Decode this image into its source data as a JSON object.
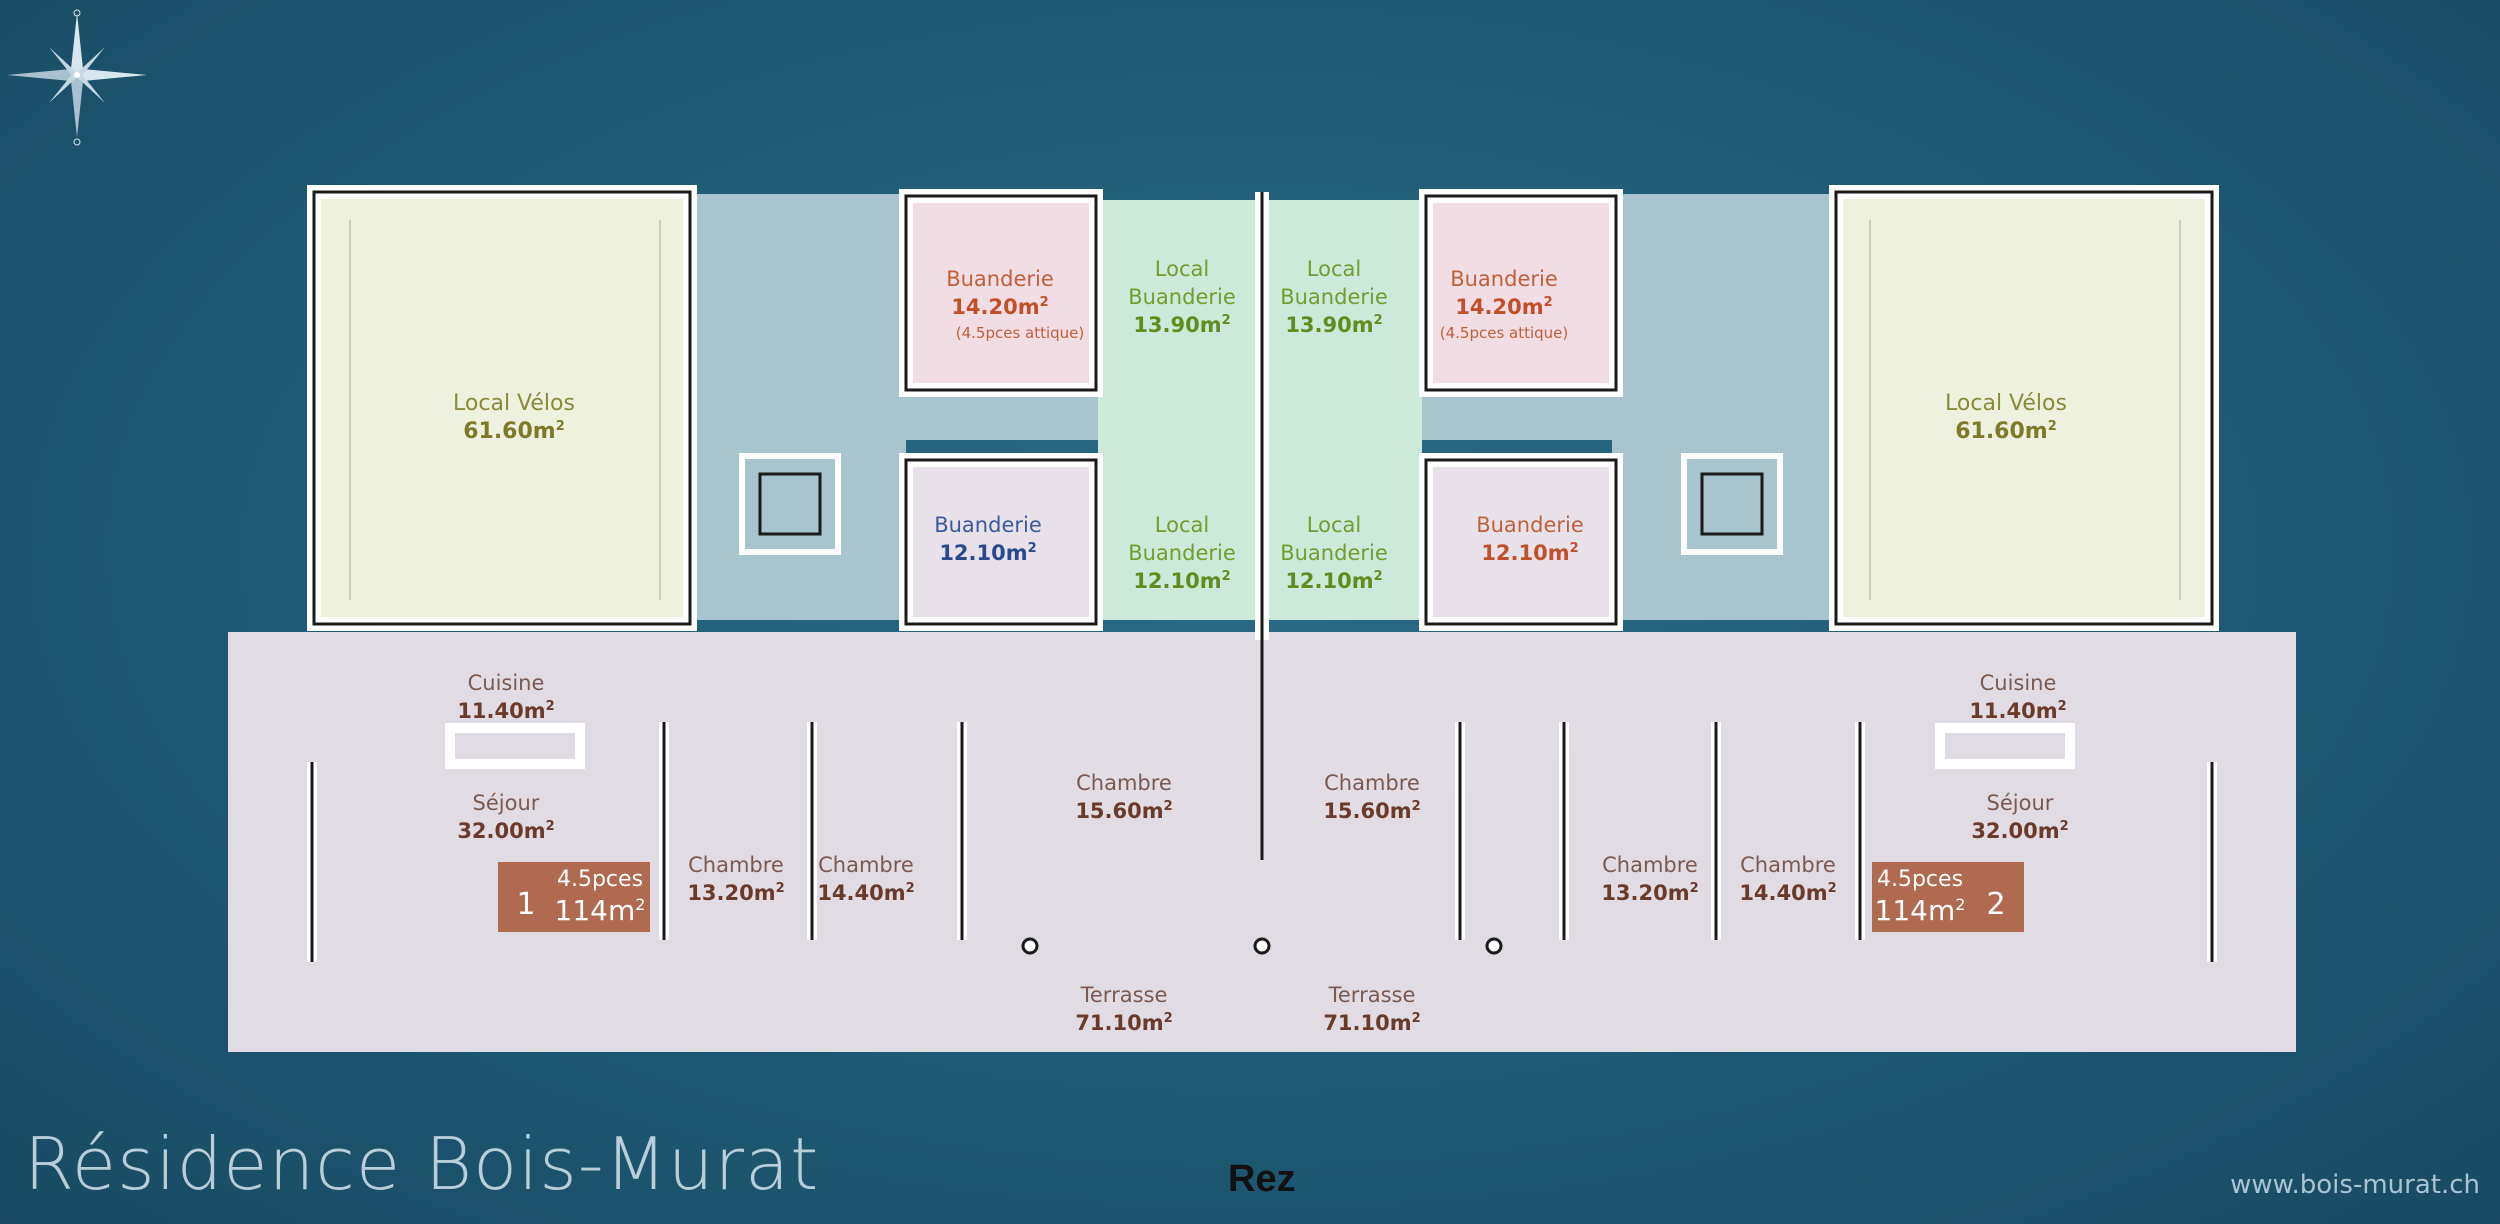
{
  "footer": {
    "brand": "Résidence Bois-Murat",
    "level": "Rez",
    "website": "www.bois-murat.ch"
  },
  "icons": {
    "compass": "compass-rose-icon"
  },
  "colors": {
    "background": "#1f5a74",
    "terrace_floor": "#ece3ea",
    "bike_room": "#eef1dd",
    "laundry_pink": "#f1dde3",
    "laundry_green": "#cde9da",
    "laundry_lilac": "#e9e1ea",
    "circulation": "#a8c4cc",
    "apartment_badge": "#b06a50"
  },
  "rooms": [
    {
      "id": "velos-left",
      "name": "Local Vélos",
      "area": "61.60",
      "unit": "m",
      "exp": "2"
    },
    {
      "id": "velos-right",
      "name": "Local Vélos",
      "area": "61.60",
      "unit": "m",
      "exp": "2"
    },
    {
      "id": "buand-pink-left",
      "name": "Buanderie",
      "area": "14.20",
      "unit": "m",
      "exp": "2",
      "note": "(4.5pces attique)"
    },
    {
      "id": "buand-pink-right",
      "name": "Buanderie",
      "area": "14.20",
      "unit": "m",
      "exp": "2",
      "note": "(4.5pces attique)"
    },
    {
      "id": "local-buand-top-left",
      "name1": "Local",
      "name2": "Buanderie",
      "area": "13.90",
      "unit": "m",
      "exp": "2"
    },
    {
      "id": "local-buand-top-right",
      "name1": "Local",
      "name2": "Buanderie",
      "area": "13.90",
      "unit": "m",
      "exp": "2"
    },
    {
      "id": "buand-lilac-left",
      "name": "Buanderie",
      "area": "12.10",
      "unit": "m",
      "exp": "2"
    },
    {
      "id": "buand-lilac-right",
      "name": "Buanderie",
      "area": "12.10",
      "unit": "m",
      "exp": "2"
    },
    {
      "id": "local-buand-bot-left",
      "name1": "Local",
      "name2": "Buanderie",
      "area": "12.10",
      "unit": "m",
      "exp": "2"
    },
    {
      "id": "local-buand-bot-right",
      "name1": "Local",
      "name2": "Buanderie",
      "area": "12.10",
      "unit": "m",
      "exp": "2"
    },
    {
      "id": "cuisine-left",
      "name": "Cuisine",
      "area": "11.40",
      "unit": "m",
      "exp": "2"
    },
    {
      "id": "cuisine-right",
      "name": "Cuisine",
      "area": "11.40",
      "unit": "m",
      "exp": "2"
    },
    {
      "id": "sejour-left",
      "name": "Séjour",
      "area": "32.00",
      "unit": "m",
      "exp": "2"
    },
    {
      "id": "sejour-right",
      "name": "Séjour",
      "area": "32.00",
      "unit": "m",
      "exp": "2"
    },
    {
      "id": "chambre-1",
      "name": "Chambre",
      "area": "13.20",
      "unit": "m",
      "exp": "2"
    },
    {
      "id": "chambre-2",
      "name": "Chambre",
      "area": "14.40",
      "unit": "m",
      "exp": "2"
    },
    {
      "id": "chambre-3",
      "name": "Chambre",
      "area": "15.60",
      "unit": "m",
      "exp": "2"
    },
    {
      "id": "chambre-4",
      "name": "Chambre",
      "area": "15.60",
      "unit": "m",
      "exp": "2"
    },
    {
      "id": "chambre-5",
      "name": "Chambre",
      "area": "13.20",
      "unit": "m",
      "exp": "2"
    },
    {
      "id": "chambre-6",
      "name": "Chambre",
      "area": "14.40",
      "unit": "m",
      "exp": "2"
    },
    {
      "id": "terrasse-left",
      "name": "Terrasse",
      "area": "71.10",
      "unit": "m",
      "exp": "2"
    },
    {
      "id": "terrasse-right",
      "name": "Terrasse",
      "area": "71.10",
      "unit": "m",
      "exp": "2"
    }
  ],
  "apartments": [
    {
      "id": "apt-1",
      "number": "1",
      "rooms": "4.5",
      "rooms_unit": "pces",
      "area": "114",
      "unit": "m",
      "exp": "2"
    },
    {
      "id": "apt-2",
      "number": "2",
      "rooms": "4.5",
      "rooms_unit": "pces",
      "area": "114",
      "unit": "m",
      "exp": "2"
    }
  ]
}
